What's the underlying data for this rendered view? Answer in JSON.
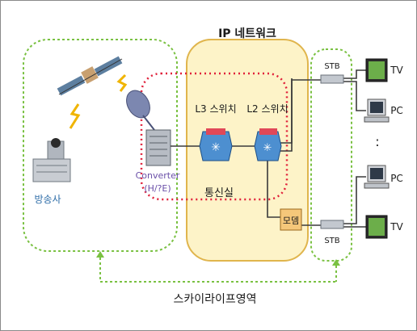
{
  "title": "IP 네트워크",
  "labels": {
    "l3_switch": "L3 스위치",
    "l2_switch": "L2 스위치",
    "converter": "Converter",
    "converter_sub": "(H/?E)",
    "telecom_office": "통신실",
    "broadcaster": "방송사",
    "modem": "모뎀",
    "stb_top": "STB",
    "stb_bottom": "STB",
    "tv_top": "TV",
    "pc_top": "PC",
    "ellipsis": ":",
    "pc_bottom": "PC",
    "tv_bottom": "TV",
    "sky_life_area": "스카이라이프영역"
  },
  "colors": {
    "ip_network_fill": "#fdf3c8",
    "ip_network_border": "#e0b54d",
    "green_dashed": "#7ac142",
    "red_dotted": "#e0203a",
    "link_line": "#3a3a3a",
    "blue_text": "#2e6da8",
    "modem_fill": "#f5c77a"
  },
  "icons": [
    "satellite-icon",
    "satellite-dish-icon",
    "signal-bolt-icon",
    "broadcast-building-icon",
    "converter-rack-icon",
    "l3-switch-icon",
    "l2-switch-icon",
    "modem-icon",
    "stb-icon",
    "tv-icon",
    "pc-icon"
  ]
}
